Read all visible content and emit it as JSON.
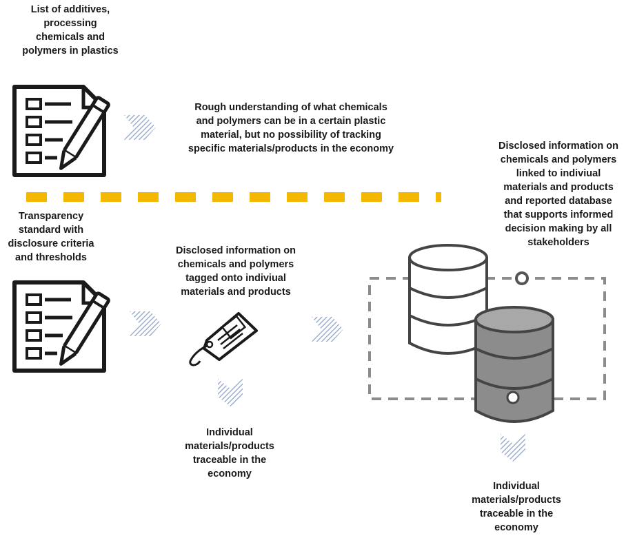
{
  "top": {
    "list_label": "List of additives,\nprocessing\nchemicals and\npolymers in plastics",
    "outcome_text": "Rough understanding of what chemicals\nand polymers can be in a certain plastic\nmaterial, but no possibility of tracking\nspecific materials/products in the economy"
  },
  "bottom": {
    "standard_label": "Transparency\nstandard with\ndisclosure criteria\nand thresholds",
    "tag_text": "Disclosed information on\nchemicals and polymers\ntagged onto indiviual\nmaterials and products",
    "database_text": "Disclosed information on\nchemicals and polymers\nlinked to indiviual\nmaterials and products\nand reported database\nthat supports informed\ndecision making by all\nstakeholders",
    "traceable_mid": "Individual\nmaterials/products\ntraceable in the\neconomy",
    "traceable_right": "Individual\nmaterials/products\ntraceable in the\neconomy"
  },
  "colors": {
    "divider": "#F5B800",
    "arrow_hatch": "#8FA3C8",
    "db_dark": "#8C8C8C",
    "outline": "#1a1a1a"
  },
  "icons": [
    "checklist-icon",
    "pencil-icon",
    "price-tag-icon",
    "database-icon",
    "dashed-frame"
  ]
}
